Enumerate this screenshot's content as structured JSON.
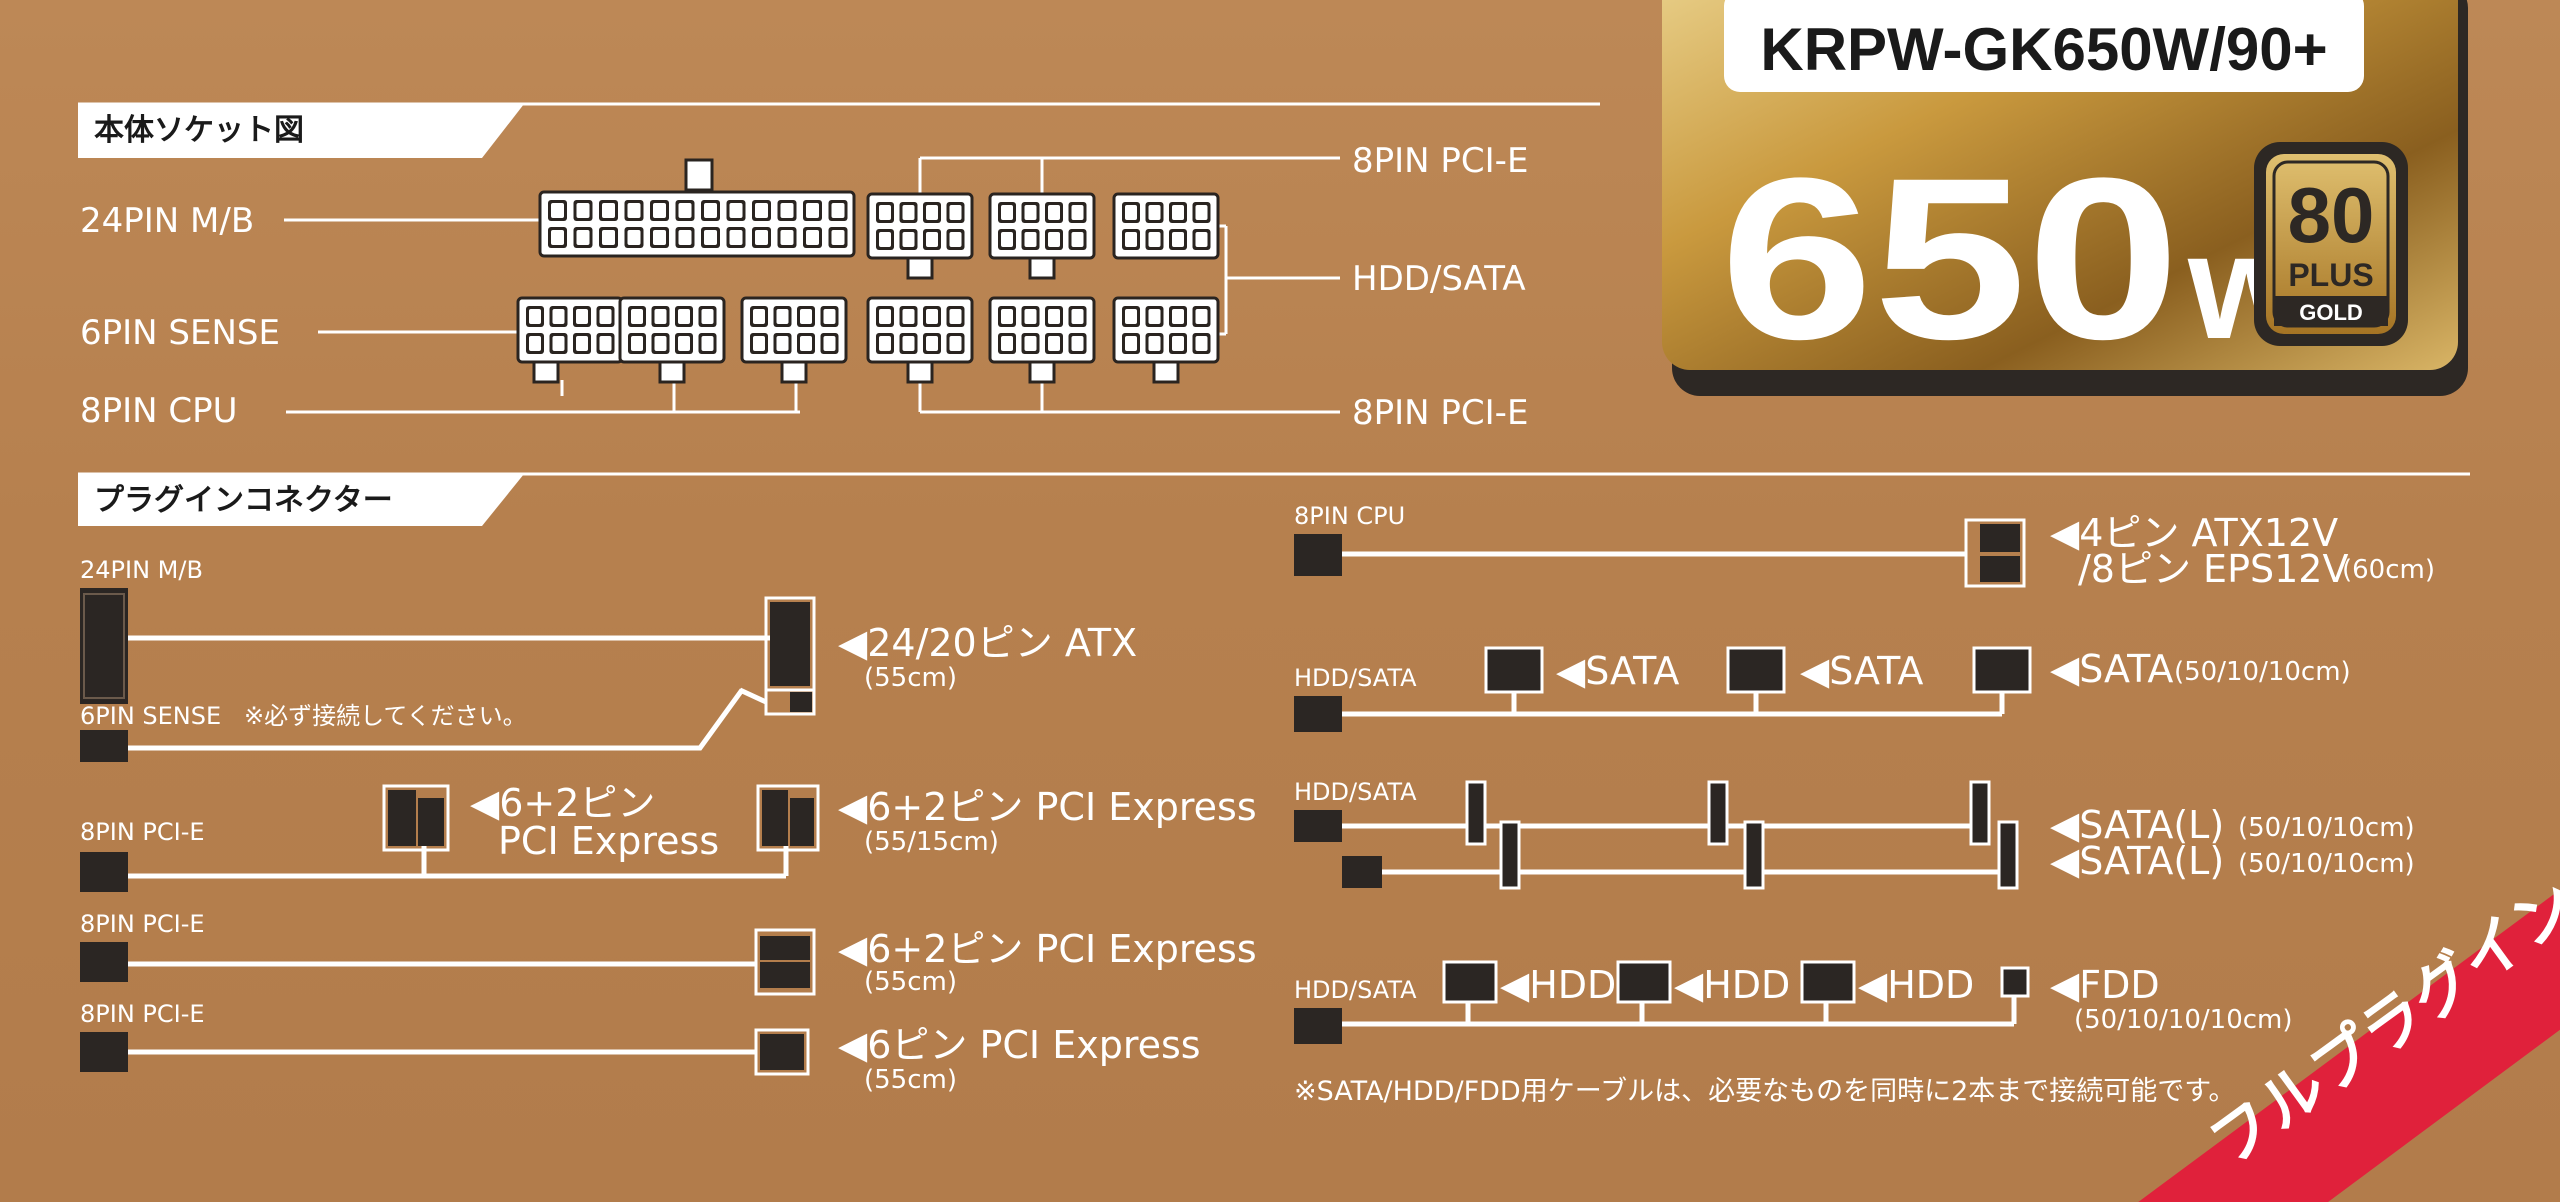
{
  "model": "KRPW-GK650W/90+",
  "wattage_number": "650",
  "wattage_unit": "w",
  "badge": {
    "top": "80",
    "mid": "PLUS",
    "bottom": "GOLD"
  },
  "section1": {
    "title": "本体ソケット図",
    "labels": {
      "mb": "24PIN M/B",
      "sense": "6PIN SENSE",
      "cpu": "8PIN CPU",
      "pcie_top": "8PIN PCI-E",
      "hdd": "HDD/SATA",
      "pcie_bottom": "8PIN PCI-E"
    }
  },
  "section2": {
    "title": "プラグインコネクター",
    "left": {
      "mb_label": "24PIN M/B",
      "mb_desc": "◀24/20ピン ATX",
      "mb_len": "(55cm)",
      "sense_label": "6PIN SENSE",
      "sense_note": "※必ず接続してください。",
      "pcie1_label": "8PIN PCI-E",
      "pcie1_mid_a": "◀6+2ピン",
      "pcie1_mid_b": "PCI Express",
      "pcie1_desc": "◀6+2ピン PCI Express",
      "pcie1_len": "(55/15cm)",
      "pcie2_label": "8PIN PCI-E",
      "pcie2_desc": "◀6+2ピン PCI Express",
      "pcie2_len": "(55cm)",
      "pcie3_label": "8PIN PCI-E",
      "pcie3_desc": "◀6ピン PCI Express",
      "pcie3_len": "(55cm)"
    },
    "right": {
      "cpu_label": "8PIN CPU",
      "cpu_desc1": "◀4ピン ATX12V",
      "cpu_desc2": "/8ピン EPS12V",
      "cpu_len": "(60cm)",
      "sata_label": "HDD/SATA",
      "sata_mid1": "◀SATA",
      "sata_mid2": "◀SATA",
      "sata_end": "◀SATA",
      "sata_end_len": "(50/10/10cm)",
      "satal_label": "HDD/SATA",
      "satal1": "◀SATA(L)",
      "satal1_len": "(50/10/10cm)",
      "satal2": "◀SATA(L)",
      "satal2_len": "(50/10/10cm)",
      "hdd_label": "HDD/SATA",
      "hdd1": "◀HDD",
      "hdd2": "◀HDD",
      "hdd3": "◀HDD",
      "fdd": "◀FDD",
      "fdd_len": "(50/10/10/10cm)",
      "footnote": "※SATA/HDD/FDD用ケーブルは、必要なものを同時に2本まで接続可能です。"
    }
  },
  "ribbon": "フルプラグイン",
  "colors": {
    "background": "#b98453",
    "panel_gold": "#c99a3a",
    "ink": "#2a2420",
    "ribbon": "#e0213b"
  }
}
